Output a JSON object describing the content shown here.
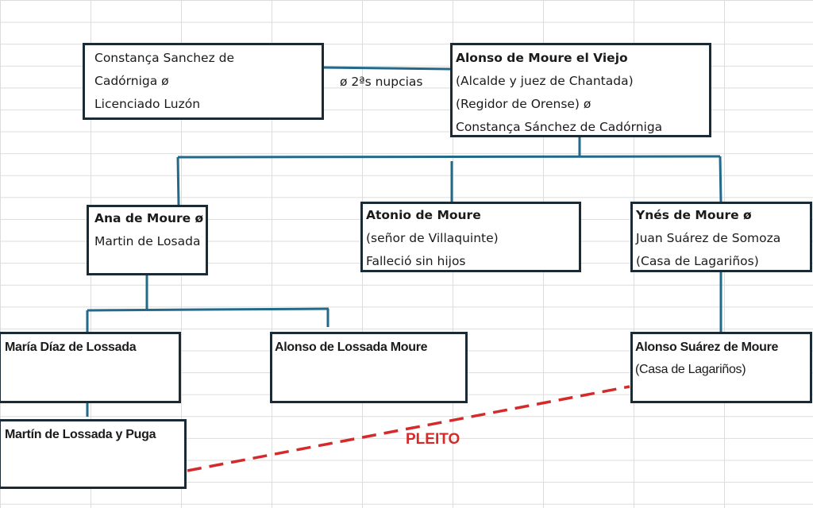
{
  "colors": {
    "connector": "#236a8a",
    "border": "#1a2b36",
    "lawsuit": "#d42a2a"
  },
  "nodes": {
    "constanza_luzon": [
      "Constança Sanchez de",
      "Cadórniga ø",
      "Licenciado Luzón"
    ],
    "alonso_viejo": [
      "Alonso de Moure el Viejo",
      "(Alcalde  y juez de Chantada)",
      "(Regidor de Orense) ø",
      "Constança Sánchez de Cadórniga"
    ],
    "ana": [
      "Ana de Moure ø",
      "Martin de Losada"
    ],
    "atonio": [
      "Atonio de Moure",
      "(señor de Villaquinte)",
      "Falleció sin hijos"
    ],
    "ynes": [
      "Ynés de Moure ø",
      "Juan Suárez de Somoza",
      "(Casa de Lagariños)"
    ],
    "maria": [
      "María Díaz de Lossada"
    ],
    "alonso_lossada": [
      "Alonso de Lossada Moure"
    ],
    "alonso_suarez": [
      "Alonso Suárez de Moure",
      "(Casa de Lagariños)"
    ],
    "martin_puga": [
      "Martín de Lossada y Puga"
    ]
  },
  "marriage_label": "ø 2ªs nupcias",
  "lawsuit_label": "PLEITO"
}
